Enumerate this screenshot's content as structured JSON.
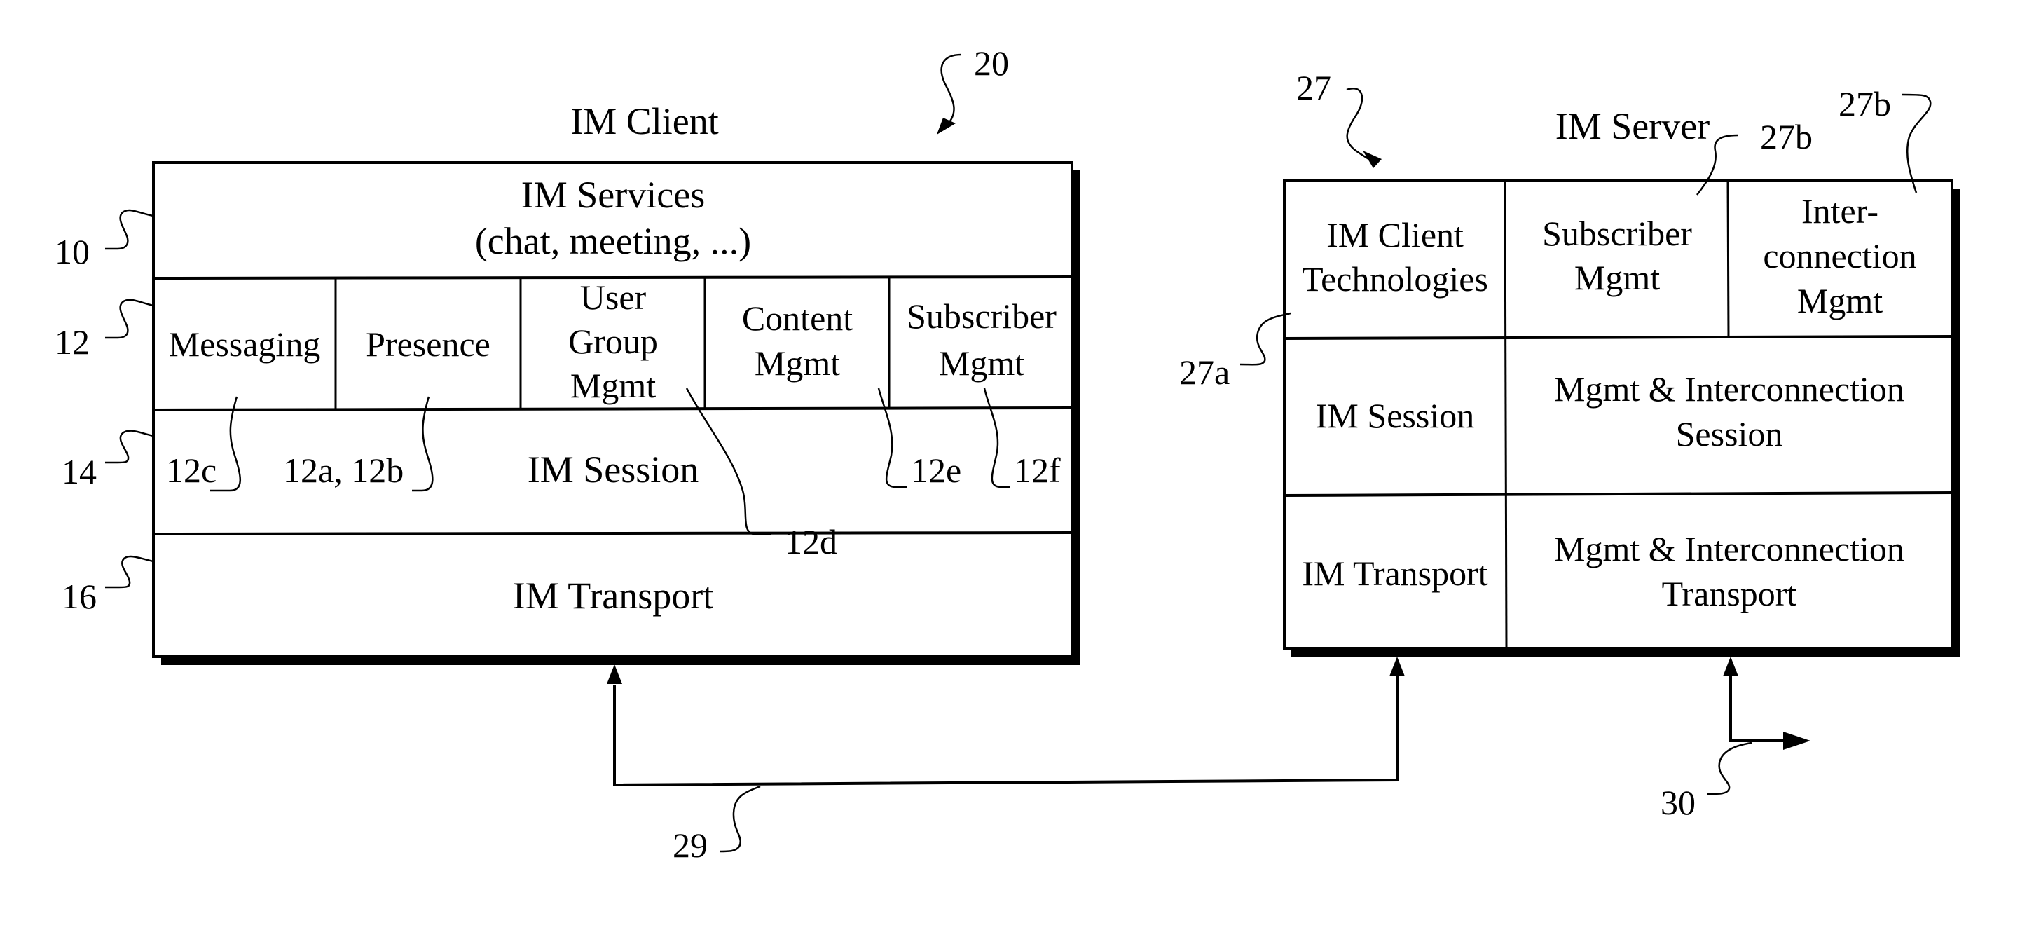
{
  "figure": {
    "client": {
      "title": "IM Client",
      "ref": "20",
      "layers": {
        "services": {
          "line1": "IM Services",
          "line2": "(chat, meeting, ...)",
          "ref": "10"
        },
        "components": {
          "ref": "12",
          "cells": [
            {
              "lines": [
                "Messaging"
              ],
              "ref": "12c"
            },
            {
              "lines": [
                "Presence"
              ],
              "ref": "12a, 12b"
            },
            {
              "lines": [
                "User",
                "Group",
                "Mgmt"
              ],
              "ref": "12d"
            },
            {
              "lines": [
                "Content",
                "Mgmt"
              ],
              "ref": "12e"
            },
            {
              "lines": [
                "Subscriber",
                "Mgmt"
              ],
              "ref": "12f"
            }
          ]
        },
        "session": {
          "label": "IM Session",
          "ref": "14"
        },
        "transport": {
          "label": "IM Transport",
          "ref": "16"
        }
      }
    },
    "server": {
      "title": "IM Server",
      "ref": "27",
      "top_row": [
        {
          "lines": [
            "IM Client",
            "Technologies"
          ],
          "ref": "27a"
        },
        {
          "lines": [
            "Subscriber",
            "Mgmt"
          ],
          "ref": "27b"
        },
        {
          "lines": [
            "Inter-",
            "connection",
            "Mgmt"
          ],
          "ref": "27b"
        }
      ],
      "session_row": {
        "left": "IM Session",
        "right_line1": "Mgmt & Interconnection",
        "right_line2": "Session"
      },
      "transport_row": {
        "left": "IM Transport",
        "right_line1": "Mgmt & Interconnection",
        "right_line2": "Transport"
      }
    },
    "connections": {
      "client_server_link_ref": "29",
      "external_link_ref": "30"
    }
  }
}
